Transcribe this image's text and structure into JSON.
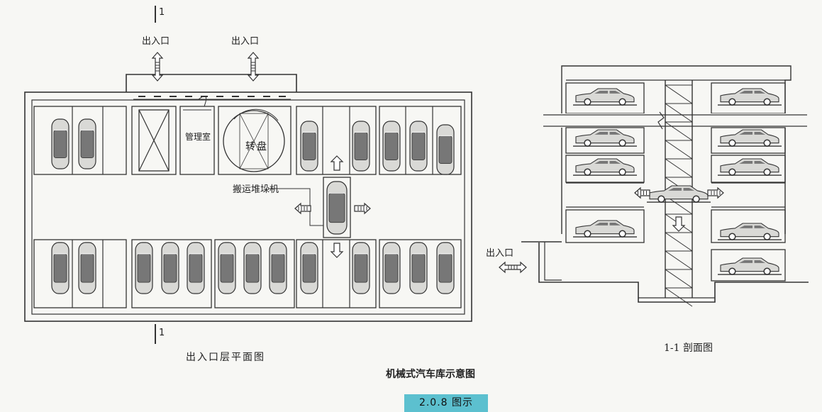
{
  "plan": {
    "section_mark_top": "1",
    "section_mark_bottom": "1",
    "entrance_left": "出入口",
    "entrance_right": "出入口",
    "office_label": "管理室",
    "turntable_label": "转盘",
    "stacker_label": "搬运堆垛机",
    "title": "出入口层平面图"
  },
  "section": {
    "entrance_label": "出入口",
    "title": "1-1 剖面图"
  },
  "figure": {
    "caption": "机械式汽车库示意图",
    "badge": "2.0.8 图示"
  },
  "colors": {
    "line": "#333333",
    "car_body": "#d9d9d6",
    "car_shade": "#777777",
    "badge": "#5cc0cf",
    "background": "#f7f7f4"
  }
}
